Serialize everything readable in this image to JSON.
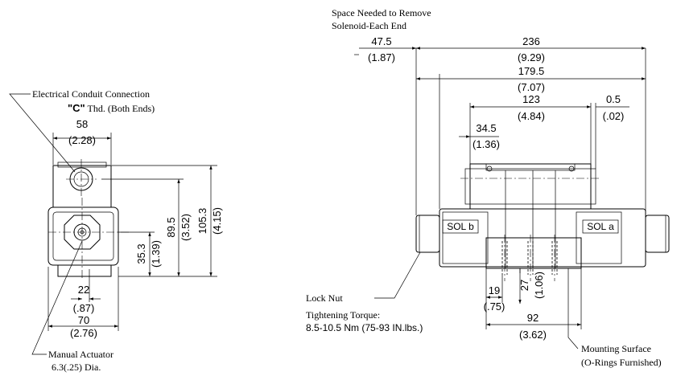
{
  "side_view": {
    "callouts": {
      "conduit_line1": "Electrical Conduit Connection",
      "conduit_c": "\"C\"",
      "conduit_line2_rest": " Thd. (Both Ends)",
      "manual_line1": "Manual Actuator",
      "manual_line2": "6.3(.25) Dia."
    },
    "dims": {
      "top_width_mm": "58",
      "top_width_in": "(2.28)",
      "bottom_width_mm": "70",
      "bottom_width_in": "(2.76)",
      "actuator_offset_mm": "22",
      "actuator_offset_in": "(.87)",
      "height_small_mm": "35.3",
      "height_small_in": "(1.39)",
      "height_mid_mm": "89.5",
      "height_mid_in": "(3.52)",
      "height_total_mm": "105.3",
      "height_total_in": "(4.15)"
    }
  },
  "front_view": {
    "callouts": {
      "space_line1": "Space Needed to Remove",
      "space_line2": "Solenoid-Each End",
      "locknut_line1": "Lock Nut",
      "locknut_line2": "Tightening Torque:",
      "locknut_line3": "8.5-10.5 Nm (75-93 IN.lbs.)",
      "mount_line1": "Mounting Surface",
      "mount_line2": "(O-Rings Furnished)"
    },
    "labels": {
      "sol_b": "SOL b",
      "sol_a": "SOL a"
    },
    "dims": {
      "removal_mm": "47.5",
      "removal_in": "(1.87)",
      "overall_mm": "236",
      "overall_in": "(9.29)",
      "body_mm": "179.5",
      "body_in": "(7.07)",
      "coil_span_mm": "123",
      "coil_span_in": "(4.84)",
      "gap_mm": "0.5",
      "gap_in": "(.02)",
      "left_offset_mm": "34.5",
      "left_offset_in": "(1.36)",
      "port_offset_mm": "19",
      "port_offset_in": "(.75)",
      "port_depth_mm": "27",
      "port_depth_in": "(1.06)",
      "base_mm": "92",
      "base_in": "(3.62)"
    }
  }
}
